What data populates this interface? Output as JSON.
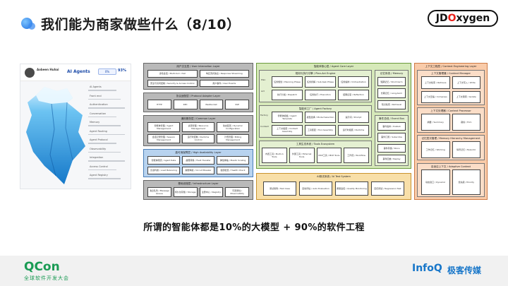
{
  "header": {
    "title": "我们能为商家做些什么（8/10）",
    "brand_left": "JD ",
    "brand_o": "O",
    "brand_right": "xygen"
  },
  "ui_preview": {
    "user_name": "Aobeen Huhai",
    "agents_title": "AI Agents",
    "agents_badge": "0%",
    "agents_percent": "93%",
    "rows": [
      "AI Agents",
      "Front end",
      "Authentication",
      "Conversation",
      "Memory",
      "Agent Routing",
      "Agent Protocol",
      "Observability",
      "Integration",
      "Access Control",
      "Agent Registry"
    ]
  },
  "architecture": {
    "left_column": [
      {
        "title": "用户交互层 / User Interaction Layer",
        "boxes": [
          "多轮会话 / Multi-turn chat",
          "响应流式输出 / Response Streaming",
          "安全与访问控制 / Security & Access Control",
          "用户事件 / User Events"
        ]
      },
      {
        "title": "协议适配层 / Protocol Adapter Layer",
        "boxes": [
          "HTTP",
          "RPC",
          "WebSocket",
          "SSE"
        ]
      },
      {
        "title": "通用服务层 / Common Layer",
        "boxes": [
          "智能体管理 / Agent Management",
          "资源管理 / Resource Management",
          "动态配置 / Dynamic Configuration",
          "会话记录管理 / Session Management",
          "运行时控制 / Runtime Control",
          "计费管理 / Billing Management"
        ]
      },
      {
        "title": "高可用保障层 / High Availability Layer",
        "boxes": [
          "智能体限流 / Agent Rate",
          "故障转移 / Fault Transfer",
          "弹性伸缩 / Elastic Scaling",
          "负载均衡 / Load Balancing",
          "熔断降级 / Circuit Breaker",
          "健康检查 / Health Check"
        ]
      },
      {
        "title": "基础设施层 / Infrastructure Layer",
        "boxes": [
          "消息队列 / Message Queue",
          "持久化存储 / Storage",
          "注册中心 / Registry",
          "可观测性 / Observability"
        ]
      }
    ],
    "middle_column": {
      "title": "智能体核心层 / Agent Core Layer",
      "plan_title": "规划与执行引擎 / Plan-Act Engine",
      "plan_rows": [
        "Plan",
        "Act"
      ],
      "plan_boxes": [
        "任务规划 / Planning Phase",
        "任务拆解 / Sub-task Phase",
        "任务编排 / Orchestration",
        "执行分发 / Dispatch",
        "任务执行 / Execution",
        "结果反思 / Reflection"
      ],
      "factory_title": "智能体工厂 / Agent Factory",
      "factory_rows": [
        "Factory",
        "Context"
      ],
      "factory_boxes": [
        "智能体模板 / Agent Template",
        "模型选择 / Model Selection",
        "提示词 / Prompt",
        "上下文组装 / Context Assembly",
        "工具装配 / Tool Assembly",
        "运行时组装 / Runtime"
      ],
      "tools_title": "工具生态系统 / Tools Ecosystem",
      "tools_boxes": [
        "内置工具 / Built-in Tools",
        "外部工具 / External Tools",
        "MCP工具 / MCP Tools",
        "工作流 / Workflow"
      ],
      "memory_title": "记忆系统 / Memory",
      "memory_boxes": [
        "短期记忆 / Short-term",
        "长期记忆 / Long-term",
        "知识检索 / Retrieval"
      ],
      "event_title": "事件总线 / Event Bus",
      "event_boxes": [
        "事件发布 / Publish",
        "事件订阅 / Subscribe",
        "事件存储 / Store",
        "事件回放 / Replay"
      ]
    },
    "kb_column": {
      "title": "AI测试系统 / AI Test System",
      "boxes": [
        "测试用例 / Test Case",
        "自动评估 / Auto Evaluation",
        "质量监控 / Quality Monitoring",
        "回归测试 / Regression Test"
      ]
    },
    "right_column": {
      "title": "上下文工程层 / Context Engineering Layer",
      "groups": [
        {
          "title": "上下文管理器 / Context Manager",
          "boxes": [
            "上下文检索 / Retrieve",
            "上下文写入 / Write",
            "上下文压缩 / Compress",
            "上下文隔离 / Isolate"
          ]
        },
        {
          "title": "上下文处理器 / Context Processor",
          "boxes": [
            "摘要 / Summary",
            "裁剪 / Trim"
          ]
        },
        {
          "title": "记忆层次管理 / Memory Hierarchy Management",
          "boxes": [
            "工作记忆 / Working",
            "情景记忆 / Episodic"
          ]
        },
        {
          "title": "自适应上下文 / Adaptive Context",
          "boxes": [
            "动态窗口 / Dynamic",
            "优先级 / Priority"
          ]
        }
      ]
    }
  },
  "caption": "所谓的智能体都是10%的大模型 + 90%的软件工程",
  "footer": {
    "qcon": "QCon",
    "qcon_sub": "全球软件开发大会",
    "infoq": "InfoQ",
    "infoq_sub": "极客传媒"
  }
}
